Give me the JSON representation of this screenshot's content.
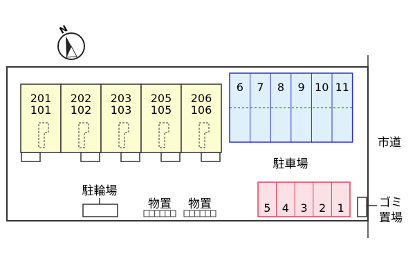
{
  "compass": {
    "north_label": "N",
    "icon": "north-arrow-icon"
  },
  "units": [
    {
      "upper": "201",
      "lower": "101"
    },
    {
      "upper": "202",
      "lower": "102"
    },
    {
      "upper": "203",
      "lower": "103"
    },
    {
      "upper": "205",
      "lower": "105"
    },
    {
      "upper": "206",
      "lower": "106"
    }
  ],
  "parking": {
    "label": "駐車場",
    "top_row": [
      "6",
      "7",
      "8",
      "9",
      "10",
      "11"
    ],
    "bottom_row": [
      "5",
      "4",
      "3",
      "2",
      "1"
    ]
  },
  "bicycle_parking": {
    "label": "駐輪場"
  },
  "storage": [
    {
      "label": "物置"
    },
    {
      "label": "物置"
    }
  ],
  "road": {
    "label": "市道"
  },
  "garbage": {
    "line1": "ゴミ",
    "line2": "置場"
  },
  "colors": {
    "unit_fill": "#fdfdd2",
    "parking_top_fill": "#dff0fb",
    "parking_top_stroke": "#2e2ec8",
    "parking_bottom_fill": "#fbe0e5",
    "parking_bottom_stroke": "#e0405a",
    "line": "#333333"
  }
}
